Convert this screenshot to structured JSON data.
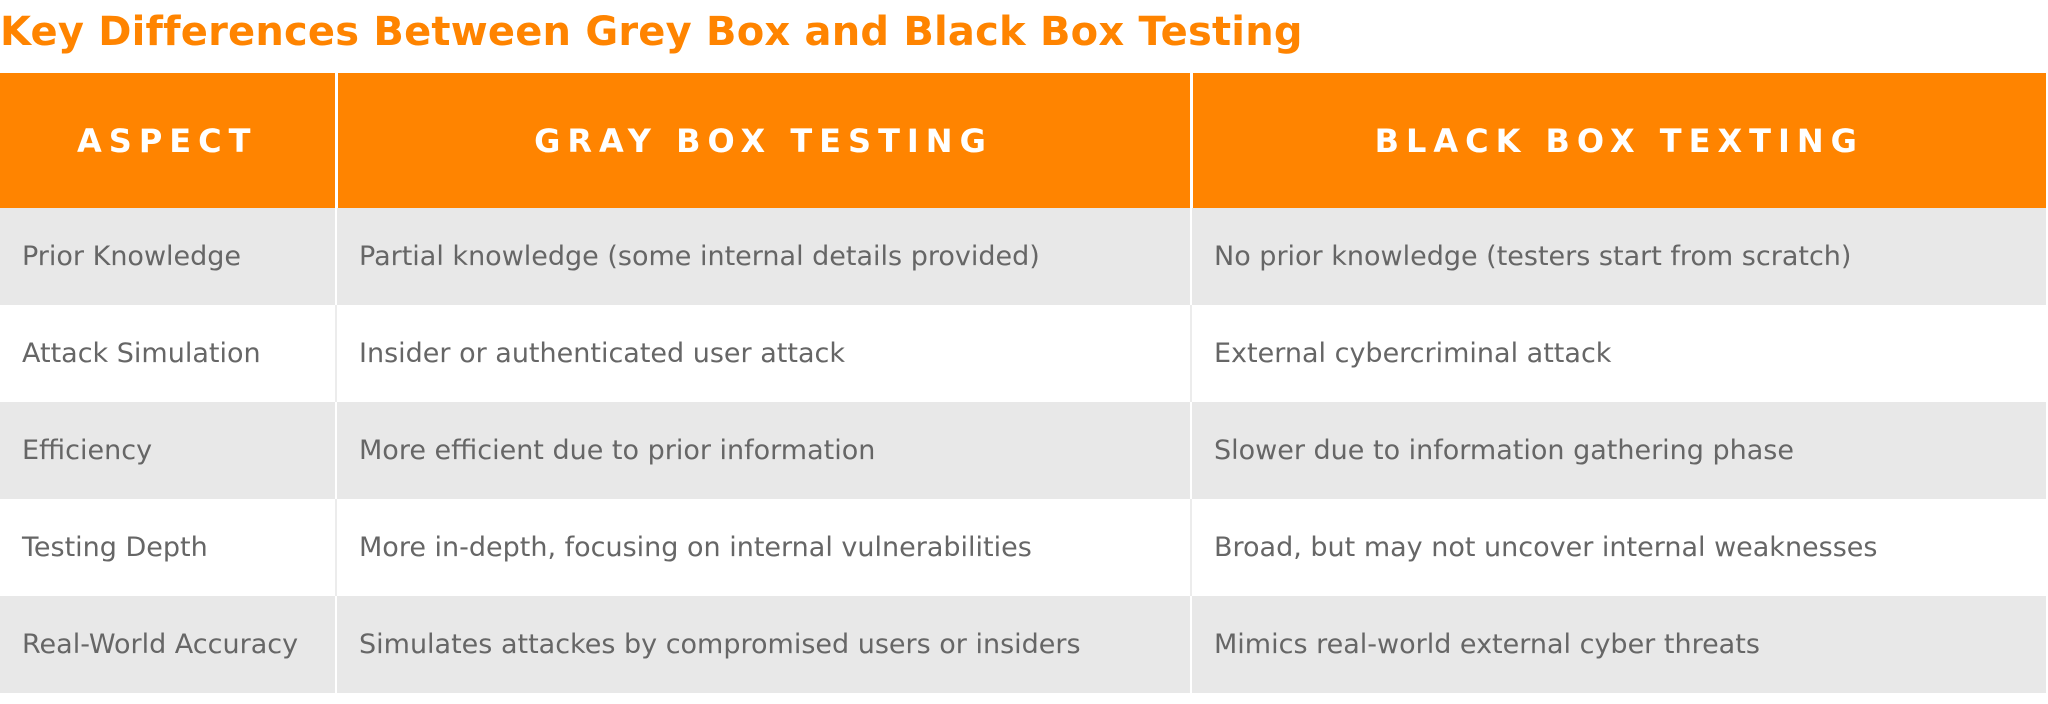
{
  "title": "Key Differences Between Grey Box and Black Box Testing",
  "colors": {
    "accent": "#ff8400",
    "row_shade": "#e8e8e8",
    "text": "#666666"
  },
  "table": {
    "headers": [
      "ASPECT",
      "GRAY BOX TESTING",
      "BLACK BOX TEXTING"
    ],
    "rows": [
      [
        "Prior Knowledge",
        "Partial knowledge (some internal details provided)",
        "No prior knowledge (testers start from scratch)"
      ],
      [
        "Attack Simulation",
        "Insider or authenticated user attack",
        "External cybercriminal attack"
      ],
      [
        "Efficiency",
        "More efficient due to prior information",
        "Slower due to information gathering phase"
      ],
      [
        "Testing Depth",
        "More in-depth, focusing on internal vulnerabilities",
        "Broad, but may not uncover internal weaknesses"
      ],
      [
        "Real-World Accuracy",
        "Simulates attackes by compromised users or insiders",
        "Mimics real-world external cyber threats"
      ]
    ]
  }
}
